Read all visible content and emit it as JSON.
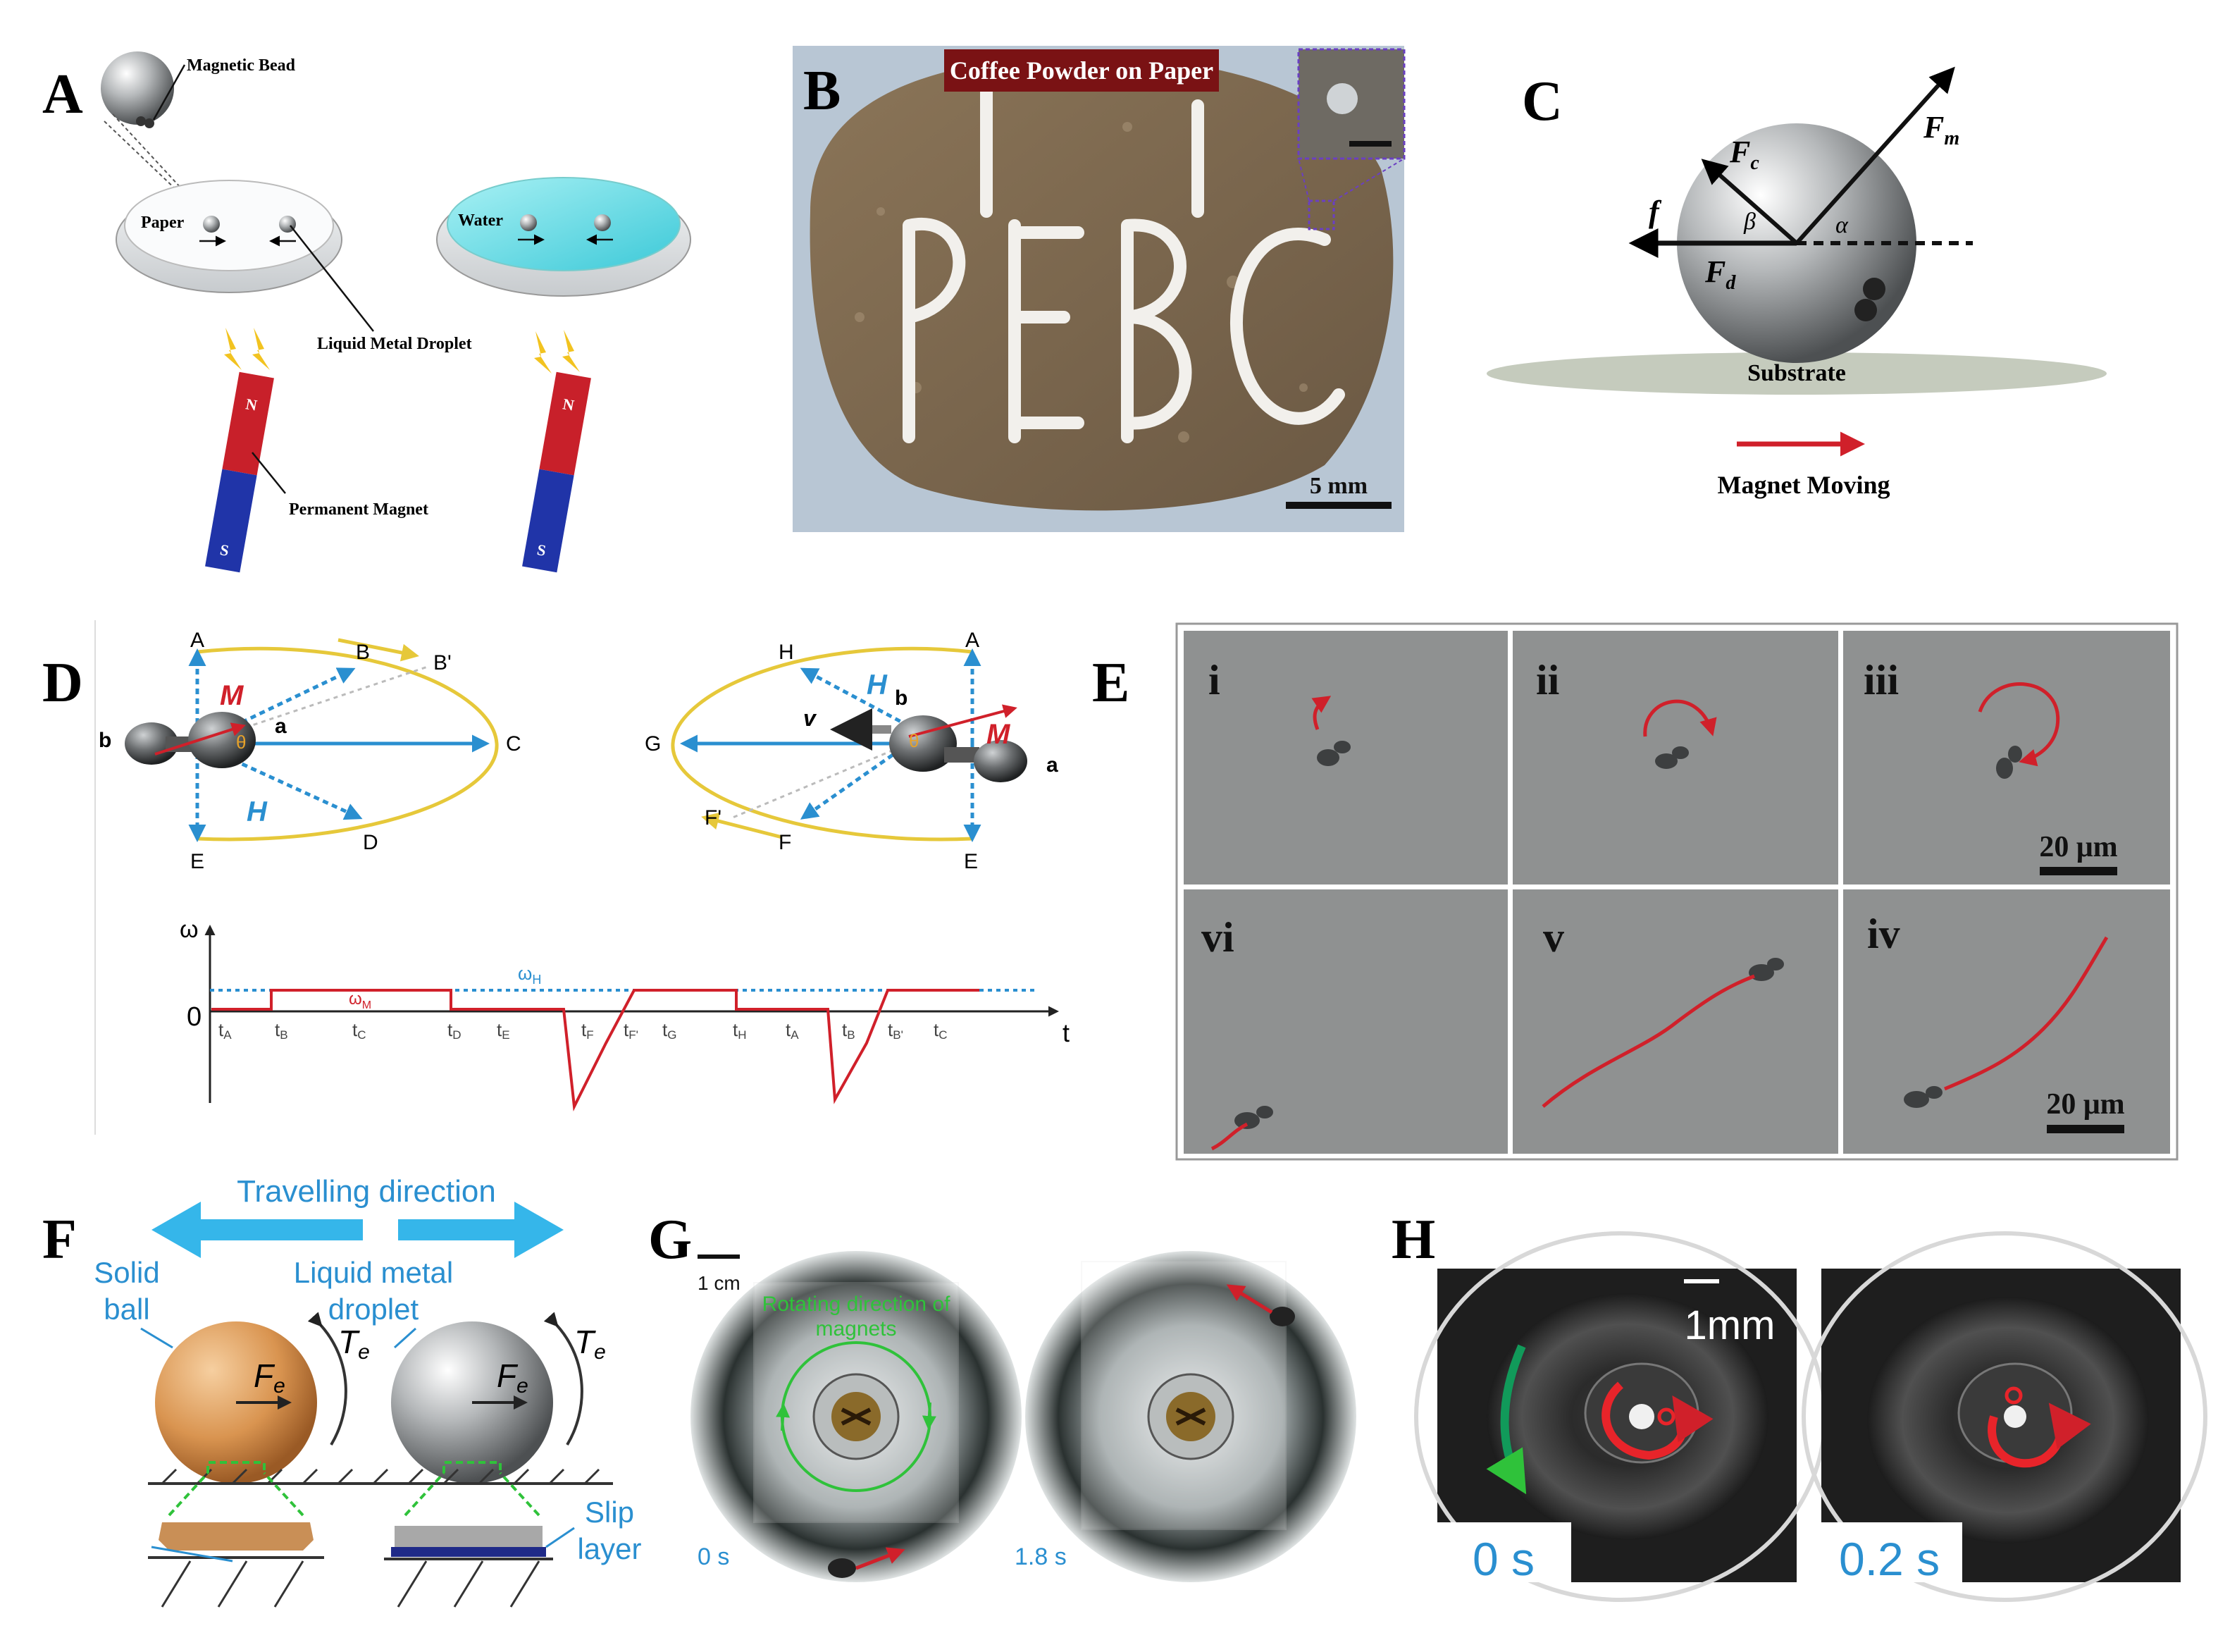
{
  "colors": {
    "red": "#d0202a",
    "blue": "#2a8fd0",
    "yellow": "#e6c83a",
    "green": "#2fc23a",
    "cyan_arrow": "#35b6ea",
    "navy": "#1f2a88",
    "photo_gray": "#8f9191",
    "coffee_banner": "#7a1214"
  },
  "panels": {
    "A": {
      "letter": "A",
      "labels": {
        "magnetic_bead": "Magnetic Bead",
        "paper": "Paper",
        "water": "Water",
        "liquid_metal_droplet": "Liquid Metal Droplet",
        "permanent_magnet": "Permanent Magnet",
        "n": "N",
        "s": "S"
      }
    },
    "B": {
      "letter": "B",
      "banner": "Coffee Powder on Paper",
      "scale": "5 mm"
    },
    "C": {
      "letter": "C",
      "fm": "F",
      "fm_sub": "m",
      "fc": "F",
      "fc_sub": "c",
      "fd": "F",
      "fd_sub": "d",
      "f": "f",
      "beta": "β",
      "alpha": "α",
      "substrate": "Substrate",
      "magnet_moving": "Magnet Moving"
    },
    "D": {
      "letter": "D",
      "left_points": {
        "A": "A",
        "B": "B",
        "B2": "B'",
        "C": "C",
        "D": "D",
        "E": "E",
        "a": "a",
        "b": "b",
        "theta": "θ"
      },
      "right_points": {
        "H": "H",
        "A": "A",
        "G": "G",
        "F": "F",
        "F2": "F'",
        "E": "E",
        "a": "a",
        "b": "b",
        "theta": "θ",
        "v": "v"
      },
      "vec_M": "M",
      "vec_H": "H",
      "graph": {
        "y_axis": "ω",
        "x_axis": "t",
        "zero": "0",
        "omega_H": "ω",
        "omega_H_sub": "H",
        "omega_M": "ω",
        "omega_M_sub": "M",
        "ticks": [
          {
            "t": "t",
            "s": "A"
          },
          {
            "t": "t",
            "s": "B"
          },
          {
            "t": "t",
            "s": "C"
          },
          {
            "t": "t",
            "s": "D"
          },
          {
            "t": "t",
            "s": "E"
          },
          {
            "t": "t",
            "s": "F"
          },
          {
            "t": "t",
            "s": "F'"
          },
          {
            "t": "t",
            "s": "G"
          },
          {
            "t": "t",
            "s": "H"
          },
          {
            "t": "t",
            "s": "A"
          },
          {
            "t": "t",
            "s": "B"
          },
          {
            "t": "t",
            "s": "B'"
          },
          {
            "t": "t",
            "s": "C"
          }
        ]
      }
    },
    "E": {
      "letter": "E",
      "tiles": [
        "i",
        "ii",
        "iii",
        "vi",
        "v",
        "iv"
      ],
      "scale_top": "20 μm",
      "scale_bottom": "20 μm"
    },
    "F": {
      "letter": "F",
      "travelling": "Travelling direction",
      "solid_ball_1": "Solid",
      "solid_ball_2": "ball",
      "liquid_1": "Liquid metal",
      "liquid_2": "droplet",
      "fe": "F",
      "fe_sub": "e",
      "te": "T",
      "te_sub": "e",
      "slip_1": "Slip",
      "slip_2": "layer"
    },
    "G": {
      "letter": "G",
      "scale": "1 cm",
      "rotating_1": "Rotating direction of",
      "rotating_2": "magnets",
      "time_left": "0 s",
      "time_right": "1.8 s"
    },
    "H": {
      "letter": "H",
      "scale": "1mm",
      "time_left": "0 s",
      "time_right": "0.2 s"
    }
  }
}
